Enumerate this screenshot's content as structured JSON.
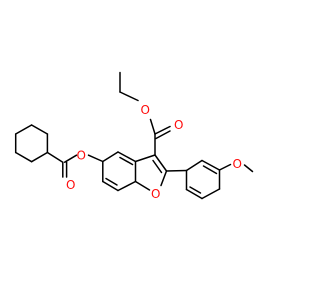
{
  "structure": {
    "atoms": {
      "ester_carbonyl_o": "O",
      "ester_ether_o": "O",
      "acyloxy_o": "O",
      "acyl_carbonyl_o": "O",
      "furan_o": "O",
      "methoxy_o": "O"
    }
  },
  "colors": {
    "bond": "#000000",
    "oxygen": "#ff0d0d",
    "background": "#ffffff"
  }
}
